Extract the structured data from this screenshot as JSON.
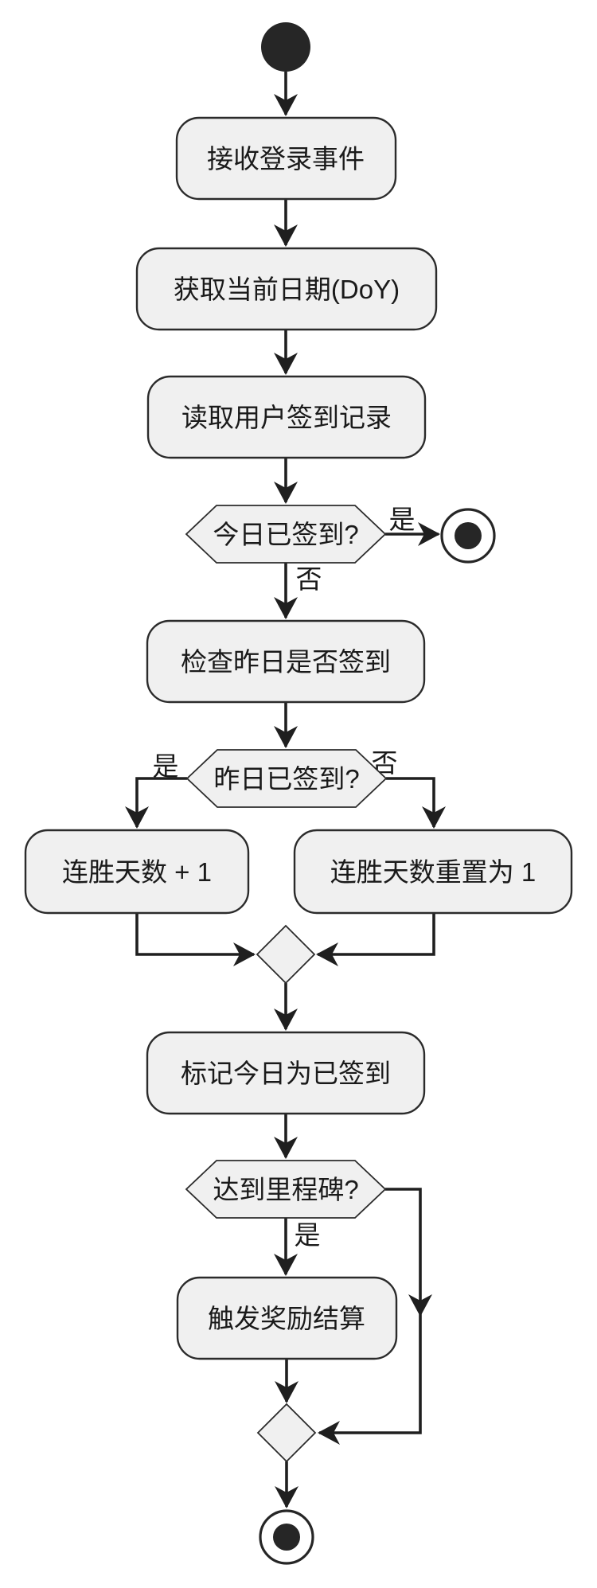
{
  "colors": {
    "bg": "#ffffff",
    "node-fill": "#f0f0f0",
    "node-border": "#2b2b2b",
    "edge": "#1f1f1f",
    "text": "#1a1a1a",
    "terminal": "#262626"
  },
  "diagram": {
    "type": "activity-flowchart",
    "nodes": {
      "receive_login": {
        "label": "接收登录事件"
      },
      "get_date": {
        "label": "获取当前日期(DoY)"
      },
      "read_record": {
        "label": "读取用户签到记录"
      },
      "today_checked": {
        "label": "今日已签到?"
      },
      "check_yesterday": {
        "label": "检查昨日是否签到"
      },
      "yesterday_checked": {
        "label": "昨日已签到?"
      },
      "streak_plus_one": {
        "label": "连胜天数 + 1"
      },
      "streak_reset": {
        "label": "连胜天数重置为 1"
      },
      "mark_today": {
        "label": "标记今日为已签到"
      },
      "milestone": {
        "label": "达到里程碑?"
      },
      "trigger_reward": {
        "label": "触发奖励结算"
      }
    },
    "edge_labels": {
      "today_yes": "是",
      "today_no": "否",
      "yesterday_yes": "是",
      "yesterday_no": "否",
      "milestone_yes": "是"
    }
  }
}
